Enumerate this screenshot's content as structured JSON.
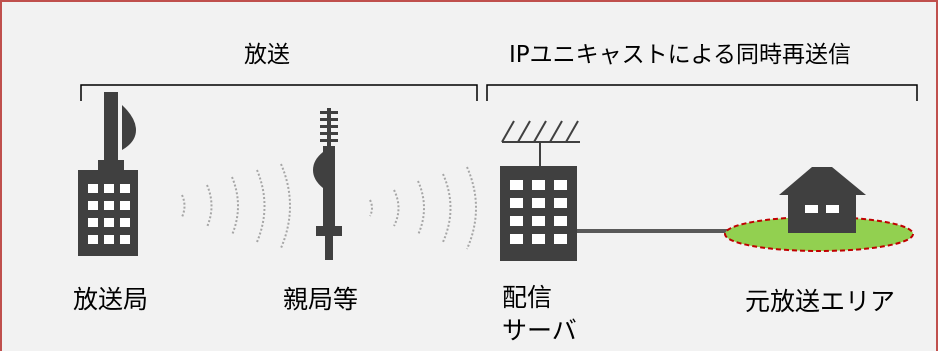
{
  "sections": {
    "broadcast": "放送",
    "ip_unicast": "IPユニキャストによる同時再送信"
  },
  "nodes": {
    "station": "放送局",
    "relay": "親局等",
    "server_line1": "配信",
    "server_line2": "サーバ",
    "area": "元放送エリア"
  },
  "colors": {
    "frame_border": "#c0504d",
    "background": "#f2f2f2",
    "building": "#404040",
    "area_fill": "#92d050",
    "area_outline": "#c00000",
    "wave": "#a6a6a6"
  }
}
